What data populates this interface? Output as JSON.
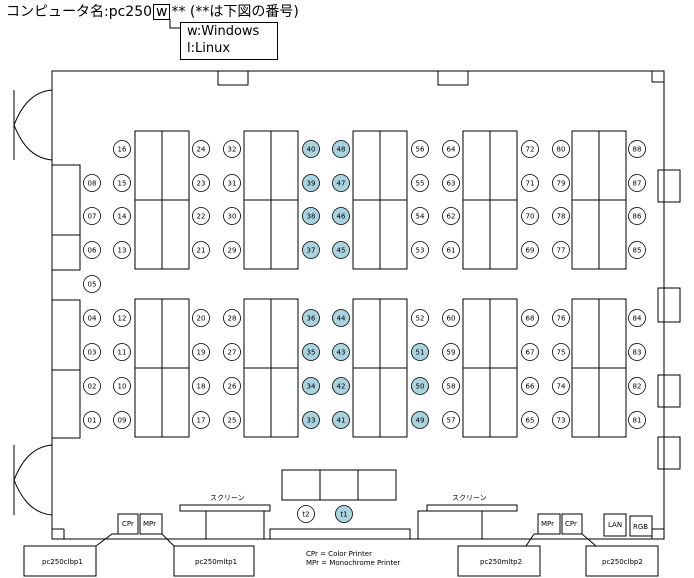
{
  "header": {
    "prefix": "コンピュータ名:pc250",
    "os_code": "w",
    "suffix": "** (**は下図の番号)",
    "legend": [
      "w:Windows",
      "l:Linux"
    ]
  },
  "labels": {
    "screen_left": "スクリーン",
    "screen_right": "スクリーン",
    "lan": "LAN",
    "rgb": "RGB"
  },
  "printers": [
    {
      "id": "cpr-left",
      "code": "CPr",
      "name": "pc250clbp1"
    },
    {
      "id": "mpr-left",
      "code": "MPr",
      "name": "pc250mltp1"
    },
    {
      "id": "mpr-right",
      "code": "MPr",
      "name": "pc250mltp2"
    },
    {
      "id": "cpr-right",
      "code": "CPr",
      "name": "pc250clbp2"
    }
  ],
  "footnote": [
    "CPr = Color Printer",
    "MPr = Monochrome Printer"
  ],
  "colors": {
    "highlight": "#a8d3df",
    "line": "#000000"
  },
  "seats": {
    "columns": [
      [
        "08",
        "07",
        "06",
        "05",
        "04",
        "03",
        "02",
        "01"
      ],
      [
        "16",
        "15",
        "14",
        "13",
        "12",
        "11",
        "10",
        "09"
      ],
      [
        "24",
        "23",
        "22",
        "21",
        "20",
        "19",
        "18",
        "17"
      ],
      [
        "32",
        "31",
        "30",
        "29",
        "28",
        "27",
        "26",
        "25"
      ],
      [
        "40",
        "39",
        "38",
        "37",
        "36",
        "35",
        "34",
        "33"
      ],
      [
        "48",
        "47",
        "46",
        "45",
        "44",
        "43",
        "42",
        "41"
      ],
      [
        "56",
        "55",
        "54",
        "53",
        "52",
        "51",
        "50",
        "49"
      ],
      [
        "64",
        "63",
        "62",
        "61",
        "60",
        "59",
        "58",
        "57"
      ],
      [
        "72",
        "71",
        "70",
        "69",
        "68",
        "67",
        "66",
        "65"
      ],
      [
        "80",
        "79",
        "78",
        "77",
        "76",
        "75",
        "74",
        "73"
      ],
      [
        "88",
        "87",
        "86",
        "85",
        "84",
        "83",
        "82",
        "81"
      ]
    ],
    "highlighted": [
      "33",
      "34",
      "35",
      "36",
      "37",
      "38",
      "39",
      "40",
      "41",
      "42",
      "43",
      "44",
      "45",
      "46",
      "47",
      "48",
      "49",
      "50",
      "51",
      "t1"
    ],
    "teacher": [
      "t2",
      "t1"
    ]
  }
}
